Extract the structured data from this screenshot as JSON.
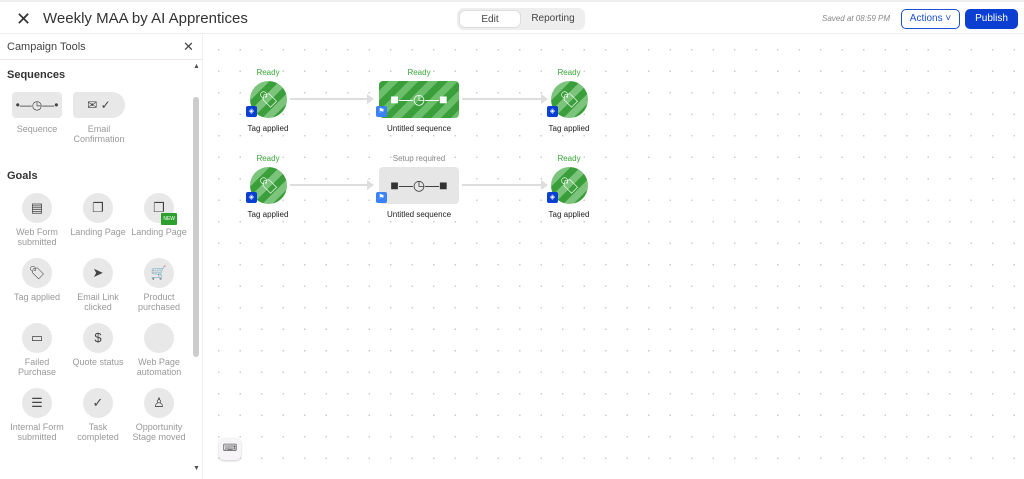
{
  "header": {
    "title": "Weekly MAA by AI Apprentices",
    "tabs": [
      "Edit",
      "Reporting"
    ],
    "saved": "Saved at 08:59 PM",
    "actions": "Actions ˅",
    "publish": "Publish"
  },
  "sidebar": {
    "title": "Campaign Tools",
    "sections": {
      "sequences": "Sequences",
      "goals": "Goals"
    },
    "sequences": [
      "Sequence",
      "Email Confirmation"
    ],
    "goals": [
      "Web Form submitted",
      "Landing Page",
      "Landing Page",
      "Tag applied",
      "Email Link clicked",
      "Product purchased",
      "Failed Purchase",
      "Quote status",
      "Web Page automation",
      "Internal Form submitted",
      "Task completed",
      "Opportunity Stage moved"
    ],
    "new_badge": "NEW"
  },
  "canvas": {
    "rows": [
      {
        "left": {
          "status": "Ready",
          "label": "Tag applied"
        },
        "middle": {
          "status": "Ready",
          "label": "Untitled sequence",
          "state": "ready"
        },
        "right": {
          "status": "Ready",
          "label": "Tag applied"
        }
      },
      {
        "left": {
          "status": "Ready",
          "label": "Tag applied"
        },
        "middle": {
          "status": "Setup required",
          "label": "Untitled sequence",
          "state": "setup"
        },
        "right": {
          "status": "Ready",
          "label": "Tag applied"
        }
      }
    ]
  },
  "colors": {
    "primary": "#0a3fd1",
    "ready": "#3a9e3a"
  }
}
